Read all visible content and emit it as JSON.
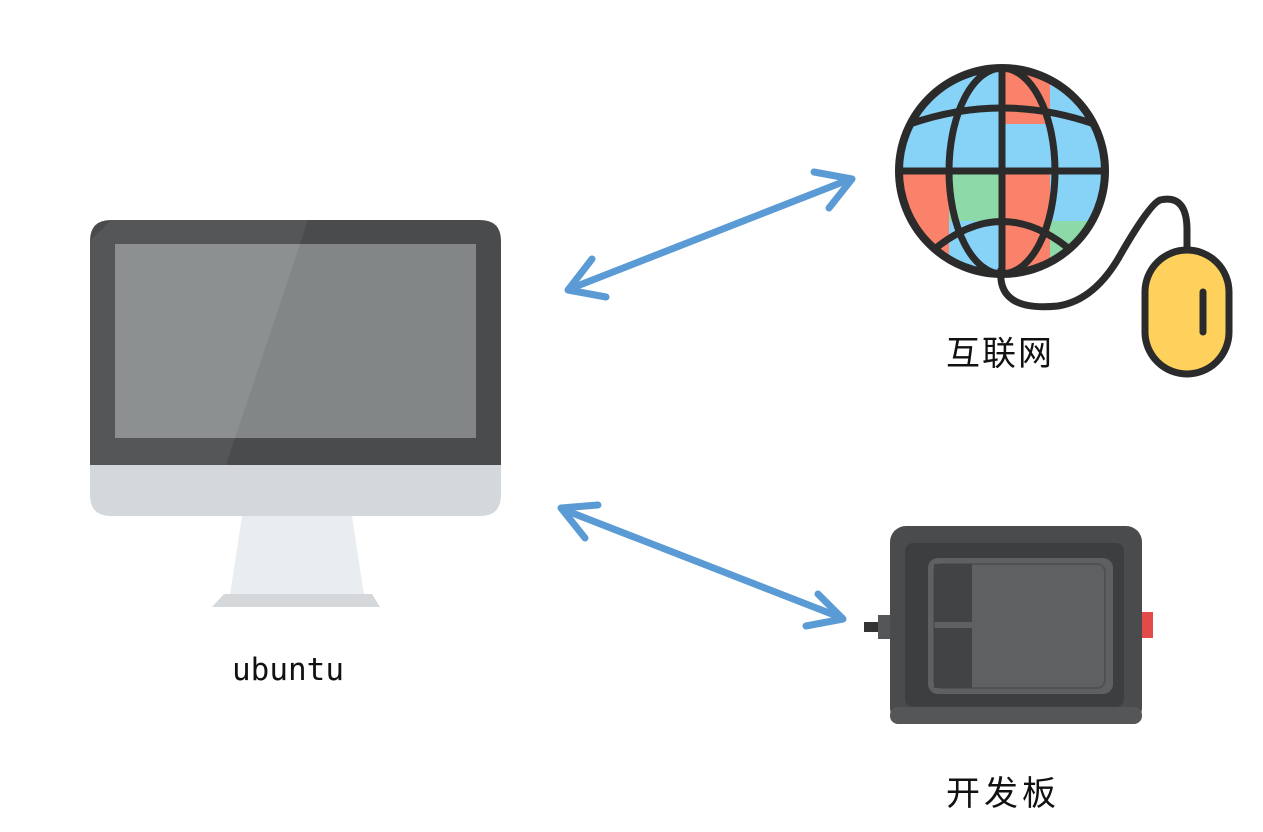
{
  "nodes": {
    "computer": {
      "label": "ubuntu",
      "icon": "desktop-monitor-icon"
    },
    "internet": {
      "label": "互联网",
      "icon": "globe-icon",
      "accessory_icon": "mouse-icon"
    },
    "board": {
      "label": "开发板",
      "icon": "dev-board-icon"
    }
  },
  "connections": [
    {
      "from": "computer",
      "to": "internet",
      "direction": "bidirectional"
    },
    {
      "from": "computer",
      "to": "board",
      "direction": "bidirectional"
    }
  ],
  "colors": {
    "arrow": "#5b9bd5",
    "monitor_bezel": "#4a4b4d",
    "monitor_screen": "#838687",
    "monitor_chin": "#d4d8db",
    "monitor_stand": "#e8ecef",
    "globe_blue": "#87d3f8",
    "globe_red": "#fa826a",
    "globe_green": "#8ed9a8",
    "globe_outline": "#2b2b2b",
    "mouse_yellow": "#fdd15c",
    "board_body": "#4a4b4d",
    "board_inner": "#5f6062",
    "board_led": "#e24b47"
  }
}
